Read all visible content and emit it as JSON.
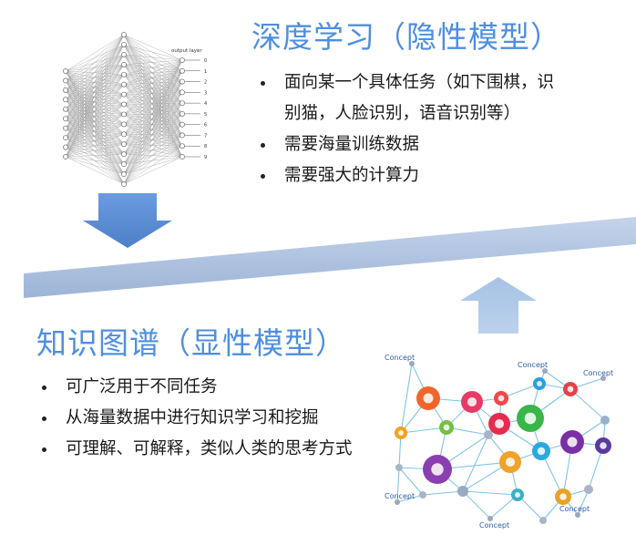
{
  "deep_learning": {
    "title": "深度学习（隐性模型）",
    "bullets": [
      "面向某一个具体任务（如下围棋，识别猫，人脸识别，语音识别等）",
      "需要海量训练数据",
      "需要强大的计算力"
    ],
    "figure": {
      "layer_label": "output layer",
      "outputs": [
        "0",
        "1",
        "2",
        "3",
        "4",
        "5",
        "6",
        "7",
        "8",
        "9"
      ]
    }
  },
  "knowledge_graph": {
    "title": "知识图谱（显性模型）",
    "bullets": [
      "可广泛用于不同任务",
      "从海量数据中进行知识学习和挖掘",
      "可理解、可解释，类似人类的思考方式"
    ],
    "figure": {
      "node_labels": [
        "Concept",
        "Concept",
        "Concept",
        "Concept",
        "Concept",
        "Concept"
      ]
    }
  },
  "colors": {
    "title": "#4f8fe0",
    "arrow_down": "#5b8fd6",
    "arrow_up": "#a8c4e6",
    "band": "#a9bfdd",
    "network_edge": "#7fc4e8"
  }
}
